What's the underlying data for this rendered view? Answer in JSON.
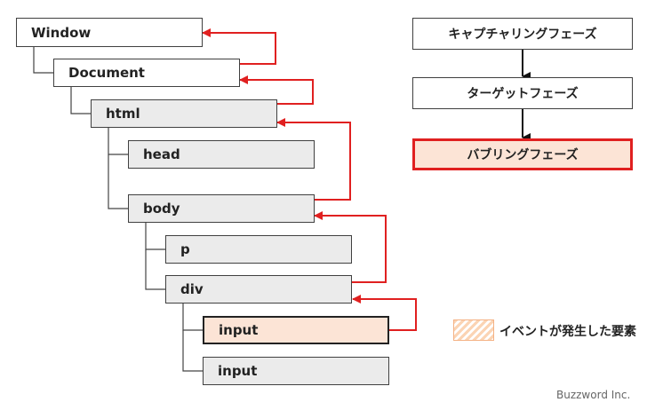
{
  "tree": {
    "window": "Window",
    "document": "Document",
    "html": "html",
    "head": "head",
    "body": "body",
    "p": "p",
    "div": "div",
    "input_target": "input",
    "input_other": "input"
  },
  "phases": {
    "capture": "キャプチャリングフェーズ",
    "target": "ターゲットフェーズ",
    "bubble": "バブリングフェーズ",
    "active": "bubble"
  },
  "legend": {
    "label": "イベントが発生した要素"
  },
  "credit": "Buzzword Inc.",
  "colors": {
    "arrow": "#e02020",
    "target_fill": "#fce4d6",
    "node_fill": "#ebebeb"
  }
}
